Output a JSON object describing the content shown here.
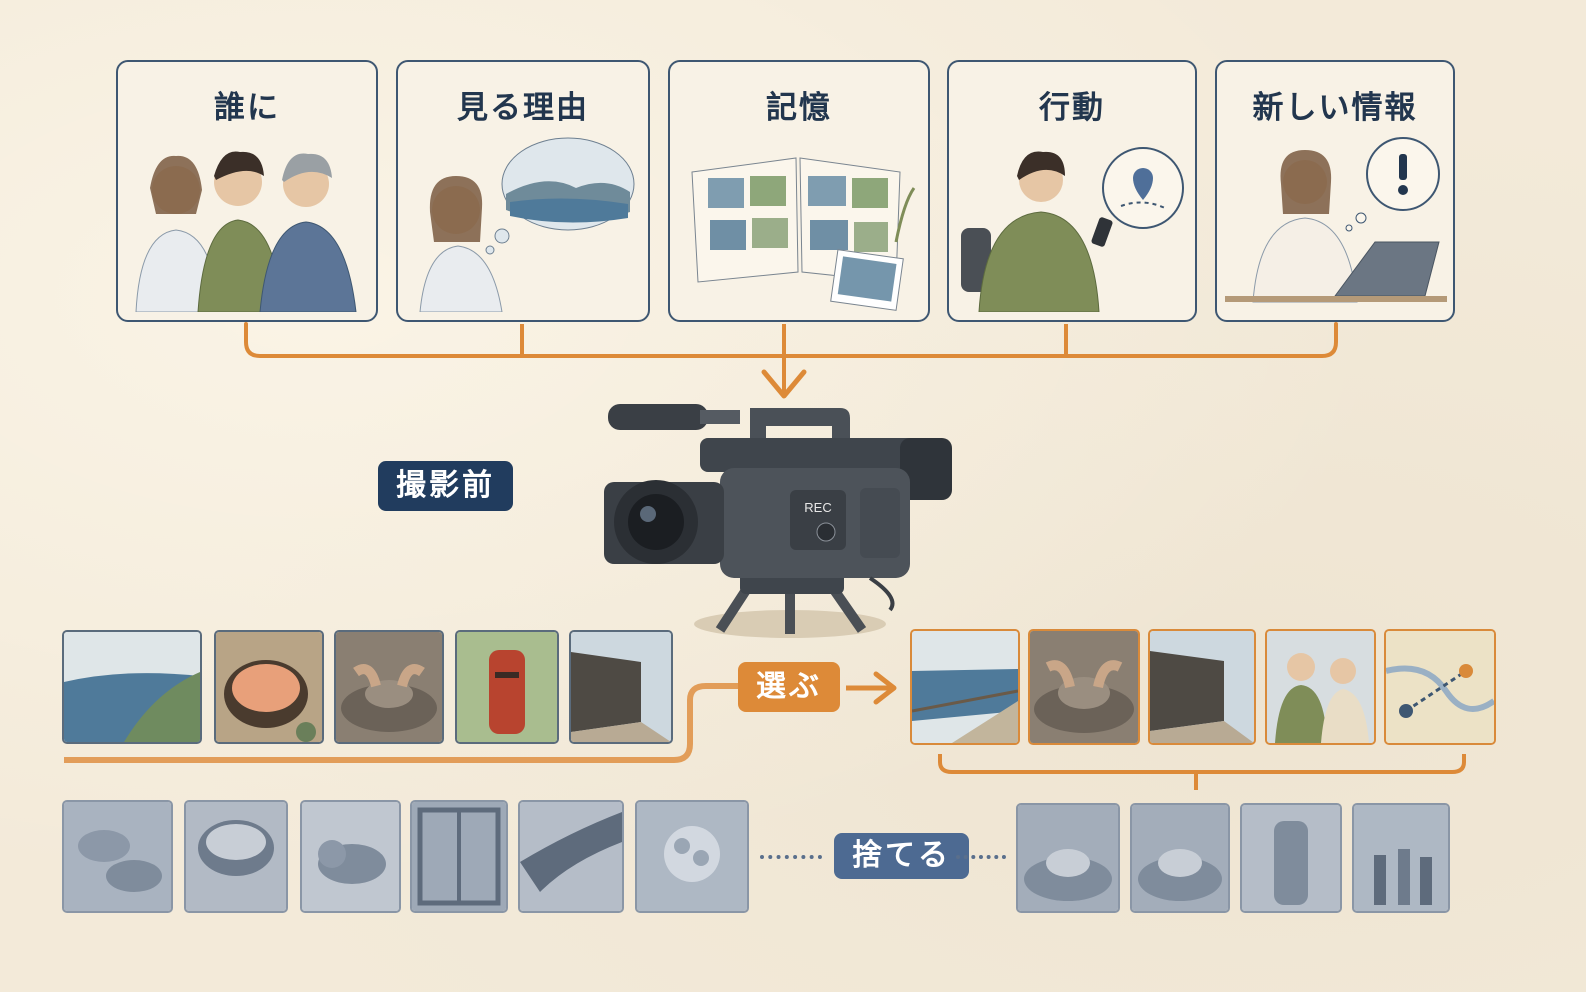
{
  "cards": [
    {
      "title": "誰に",
      "icon": "three-viewers-illustration"
    },
    {
      "title": "見る理由",
      "icon": "woman-thinking-seascape-illustration"
    },
    {
      "title": "記憶",
      "icon": "photo-album-illustration"
    },
    {
      "title": "行動",
      "icon": "man-with-phone-map-pin-illustration"
    },
    {
      "title": "新しい情報",
      "icon": "woman-laptop-exclamation-illustration"
    }
  ],
  "labels": {
    "pre_shoot": "撮影前",
    "select": "選ぶ",
    "discard": "捨てる",
    "camera_rec": "REC"
  },
  "colors": {
    "navy": "#213c5e",
    "orange": "#dd8a38",
    "discard_blue": "#4d6a92",
    "background": "#f3ead9"
  },
  "raw_footage": [
    "coastline",
    "seafood-bowl",
    "pottery-wheel",
    "red-postbox",
    "old-street"
  ],
  "selected_footage": [
    "coast-promenade",
    "pottery-wheel",
    "old-street",
    "two-people-talking",
    "route-map"
  ],
  "discarded_left": [
    "leaves",
    "seafood-bowl",
    "sleeping-cat",
    "rainy-window",
    "temple-roof",
    "hydrangea"
  ],
  "discarded_right": [
    "pottery-wheel",
    "pottery-wheel",
    "postbox",
    "crowd-corridor"
  ]
}
